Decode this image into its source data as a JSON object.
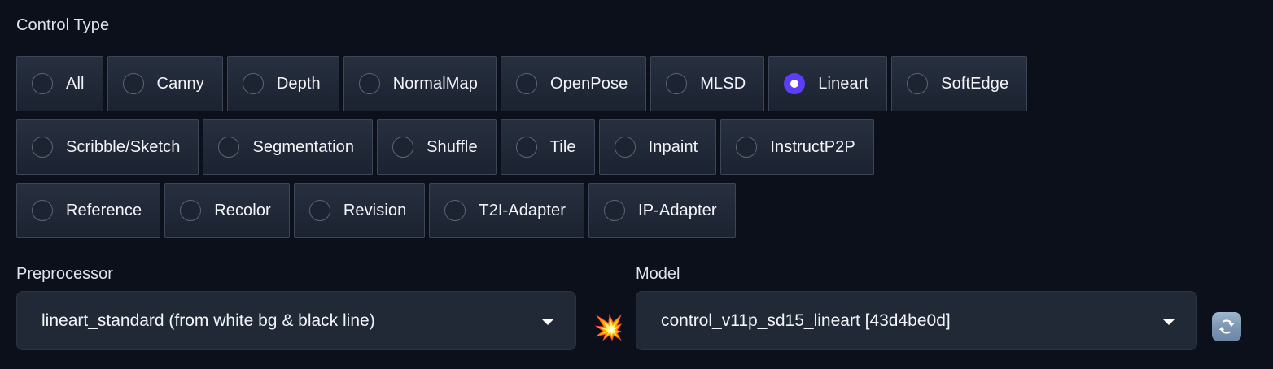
{
  "section": {
    "control_type_label": "Control Type"
  },
  "control_types": {
    "selected": "Lineart",
    "rows": [
      [
        {
          "label": "All",
          "selected": false
        },
        {
          "label": "Canny",
          "selected": false
        },
        {
          "label": "Depth",
          "selected": false
        },
        {
          "label": "NormalMap",
          "selected": false
        },
        {
          "label": "OpenPose",
          "selected": false
        },
        {
          "label": "MLSD",
          "selected": false
        },
        {
          "label": "Lineart",
          "selected": true
        },
        {
          "label": "SoftEdge",
          "selected": false
        }
      ],
      [
        {
          "label": "Scribble/Sketch",
          "selected": false
        },
        {
          "label": "Segmentation",
          "selected": false
        },
        {
          "label": "Shuffle",
          "selected": false
        },
        {
          "label": "Tile",
          "selected": false
        },
        {
          "label": "Inpaint",
          "selected": false
        },
        {
          "label": "InstructP2P",
          "selected": false
        }
      ],
      [
        {
          "label": "Reference",
          "selected": false
        },
        {
          "label": "Recolor",
          "selected": false
        },
        {
          "label": "Revision",
          "selected": false
        },
        {
          "label": "T2I-Adapter",
          "selected": false
        },
        {
          "label": "IP-Adapter",
          "selected": false
        }
      ]
    ]
  },
  "preprocessor": {
    "label": "Preprocessor",
    "value": "lineart_standard (from white bg & black line)",
    "arrow_icon": "chevron-down-icon"
  },
  "model": {
    "label": "Model",
    "value": "control_v11p_sd15_lineart [43d4be0d]",
    "arrow_icon": "chevron-down-icon"
  },
  "icons": {
    "explosion": "💥",
    "refresh": "refresh-icon"
  },
  "colors": {
    "page_background": "#0b101b",
    "button_fill_top": "#27303f",
    "button_fill_bottom": "#1b2230",
    "button_border": "#3c4658",
    "radio_border": "#5a6479",
    "accent_selected": "#5b3ef5",
    "dropdown_background": "#212936",
    "text_primary": "#f2f4f8",
    "label_text": "#dfe3ec",
    "refresh_button_background": "#7e97b2"
  }
}
